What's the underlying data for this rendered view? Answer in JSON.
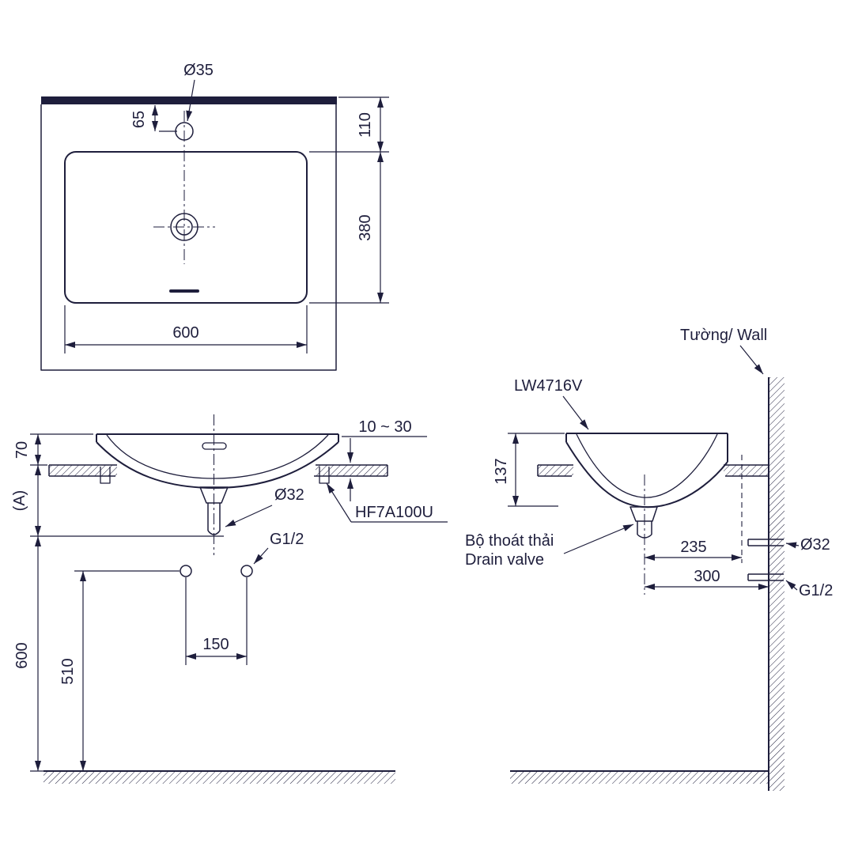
{
  "colors": {
    "ink": "#1e1e3c",
    "paper": "#ffffff"
  },
  "plan_view": {
    "faucet_hole_label": "Ø35",
    "dim_faucet_offset": "65",
    "dim_front_edge_to_basin": "110",
    "dim_basin_front_to_back": "380",
    "dim_basin_width": "600"
  },
  "front_view": {
    "dim_rim_above_counter": "70",
    "dim_counter_to_drain_end": "(A)",
    "dim_counter_thickness_range": "10 ~ 30",
    "drain_outlet_label": "Ø32",
    "mounting_bracket_label": "HF7A100U",
    "supply_thread_label": "G1/2",
    "dim_supply_spacing": "150",
    "dim_floor_to_supply": "510",
    "dim_floor_to_drain_end": "600"
  },
  "side_view": {
    "wall_label": "Tường/ Wall",
    "model_label": "LW4716V",
    "dim_rim_to_bowl_bottom": "137",
    "drain_valve_label_vi": "Bộ thoát thải",
    "drain_valve_label_en": "Drain valve",
    "dim_drain_to_ref": "235",
    "dim_drain_to_wall": "300",
    "wall_drain_outlet_label": "Ø32",
    "wall_supply_thread_label": "G1/2"
  }
}
